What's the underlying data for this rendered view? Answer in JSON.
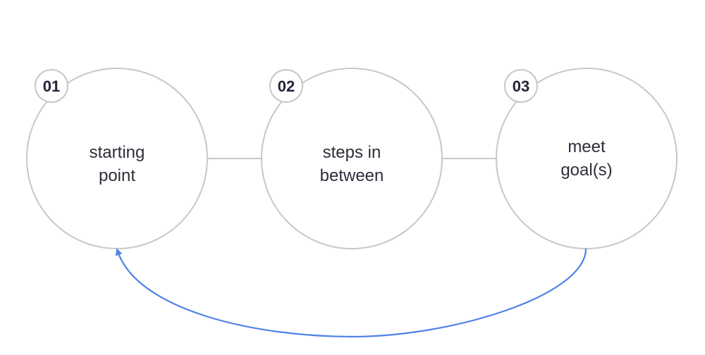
{
  "colors": {
    "circle_stroke": "#c8c8cc",
    "connector": "#c8c8cc",
    "badge_fill": "#ffffff",
    "badge_stroke": "#c8c8cc",
    "text": "#2e2e3a",
    "badge_text": "#23233a",
    "loop_arrow": "#4f82e8"
  },
  "steps": [
    {
      "number": "01",
      "line1": "starting",
      "line2": "point"
    },
    {
      "number": "02",
      "line1": "steps in",
      "line2": "between"
    },
    {
      "number": "03",
      "line1": "meet",
      "line2": "goal(s)"
    }
  ],
  "loop": {
    "from": "03",
    "to": "01",
    "style": "curved-arrow"
  }
}
